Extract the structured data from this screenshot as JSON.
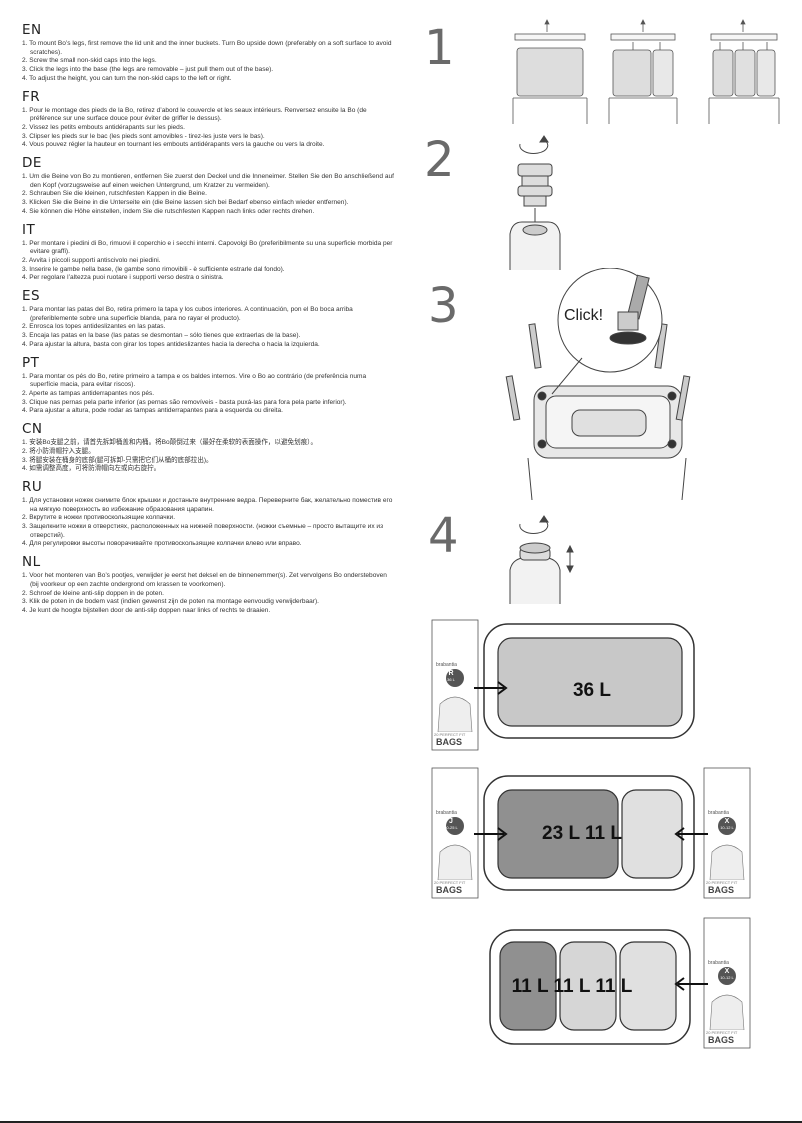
{
  "languages": [
    {
      "code": "EN",
      "steps": [
        "1. To mount Bo’s legs, first remove the lid unit and the inner buckets. Turn Bo upside down (preferably on a soft surface to avoid scratches).",
        "2. Screw the small non-skid caps into the legs.",
        "3. Click the legs into the base (the legs are removable – just pull them out of the base).",
        "4. To adjust the height, you can turn the non-skid caps to the left or right."
      ]
    },
    {
      "code": "FR",
      "steps": [
        "1. Pour le montage des pieds de la Bo, retirez d’abord le couvercle et les seaux intérieurs. Renversez ensuite la Bo (de préférence sur une surface douce pour éviter de griffer le dessus).",
        "2. Vissez les petits embouts antidérapants sur les pieds.",
        "3. Clipser les pieds sur le bac (les pieds sont amovibles - tirez-les juste vers le bas).",
        "4. Vous pouvez régler la hauteur en tournant les embouts antidérapants vers la gauche ou vers la droite."
      ]
    },
    {
      "code": "DE",
      "steps": [
        "1. Um die Beine von Bo zu montieren, entfernen Sie zuerst den Deckel und die Inneneimer. Stellen Sie den Bo anschließend auf den Kopf (vorzugsweise auf einen weichen Untergrund, um Kratzer zu vermeiden).",
        "2. Schrauben Sie die kleinen, rutschfesten Kappen in die Beine.",
        "3. Klicken Sie die Beine in die Unterseite ein (die Beine lassen sich bei Bedarf ebenso einfach wieder entfernen).",
        "4. Sie können die Höhe einstellen, indem Sie die rutschfesten Kappen nach links oder rechts drehen."
      ]
    },
    {
      "code": "IT",
      "steps": [
        "1. Per montare i piedini di Bo, rimuovi il coperchio e i secchi interni. Capovolgi Bo (preferibilmente su una superficie morbida per evitare graffi).",
        "2. Avvita i piccoli supporti antiscivolo nei piedini.",
        "3. Inserire le gambe nella base, (le gambe sono rimovibili - è sufficiente estrarle dal fondo).",
        "4. Per regolare l’altezza puoi ruotare i supporti verso destra o sinistra."
      ]
    },
    {
      "code": "ES",
      "steps": [
        "1. Para montar las patas del Bo, retira primero la tapa y los cubos interiores. A continuación, pon el Bo boca arriba (preferiblemente sobre una superficie blanda, para no rayar el producto).",
        "2. Enrosca los topes antideslizantes en las patas.",
        "3. Encaja las patas en la base (las patas se desmontan – sólo tienes que extraerlas de la base).",
        "4. Para ajustar la altura, basta con girar los topes antideslizantes hacia la derecha o hacia la izquierda."
      ]
    },
    {
      "code": "PT",
      "steps": [
        "1. Para montar os pés do Bo, retire primeiro a tampa e os baldes internos. Vire o Bo ao contrário (de preferência numa superfície macia, para evitar riscos).",
        "2. Aperte as tampas antiderrapantes nos pés.",
        "3. Clique nas pernas pela parte inferior (as pernas são removíveis - basta puxá-las para fora pela parte inferior).",
        "4. Para ajustar a altura, pode rodar as tampas antiderrapantes para a esquerda ou direita."
      ]
    },
    {
      "code": "CN",
      "steps": [
        "1. 安装Bo支腿之前，请首先拆卸桶盖和内桶。将Bo颠倒过来（最好在柔软的表面操作，以避免划痕）。",
        "2. 将小防滑帽拧入支腿。",
        "3. 将腿安装在桶身的底部(腿可拆卸-只需把它们从桶的底部拉出)。",
        "4. 如需调整高度，可将防滑帽向左或向右旋拧。"
      ]
    },
    {
      "code": "RU",
      "steps": [
        "1. Для установки ножек снимите блок крышки и достаньте внутренние ведра. Переверните бак, желательно поместив его на мягкую поверхность во избежание образования царапин.",
        "2. Вкрутите в ножки противоскользящие колпачки.",
        "3. Защелкните ножки в отверстиях, расположенных на нижней поверхности. (ножки съемные – просто вытащите их из отверстий).",
        "4. Для регулировки высоты поворачивайте противоскользящие колпачки влево или вправо."
      ]
    },
    {
      "code": "NL",
      "steps": [
        "1. Voor het monteren van Bo’s pootjes, verwijder je eerst het deksel en de binnenemmer(s). Zet vervolgens Bo ondersteboven (bij voorkeur op een zachte ondergrond om krassen te voorkomen).",
        "2. Schroef de kleine anti-slip doppen in de poten.",
        "3. Klik de poten in de bodem vast (indien gewenst zijn de poten na montage eenvoudig verwijderbaar).",
        "4. Je kunt de hoogte bijstellen door de anti-slip doppen naar links of rechts te draaien."
      ]
    }
  ],
  "figures": {
    "step1": "1",
    "step2": "2",
    "step3": "3",
    "step4": "4",
    "click_label": "Click!",
    "bins": [
      {
        "label": "36 L"
      },
      {
        "label": "23 L 11 L"
      },
      {
        "label": "11 L 11 L 11 L"
      }
    ],
    "bag_packs": [
      {
        "brand": "brabantia",
        "code": "R",
        "size": "36 L",
        "bags": "BAGS",
        "perfect_fit": "20 PERFECT FIT"
      },
      {
        "brand": "brabantia",
        "code": "J",
        "size": "20-25 L",
        "bags": "BAGS",
        "perfect_fit": "20 PERFECT FIT"
      },
      {
        "brand": "brabantia",
        "code": "X",
        "size": "10-12 L",
        "bags": "BAGS",
        "perfect_fit": "20 PERFECT FIT"
      },
      {
        "brand": "brabantia",
        "code": "X",
        "size": "10-12 L",
        "bags": "BAGS",
        "perfect_fit": "20 PERFECT FIT"
      }
    ]
  }
}
